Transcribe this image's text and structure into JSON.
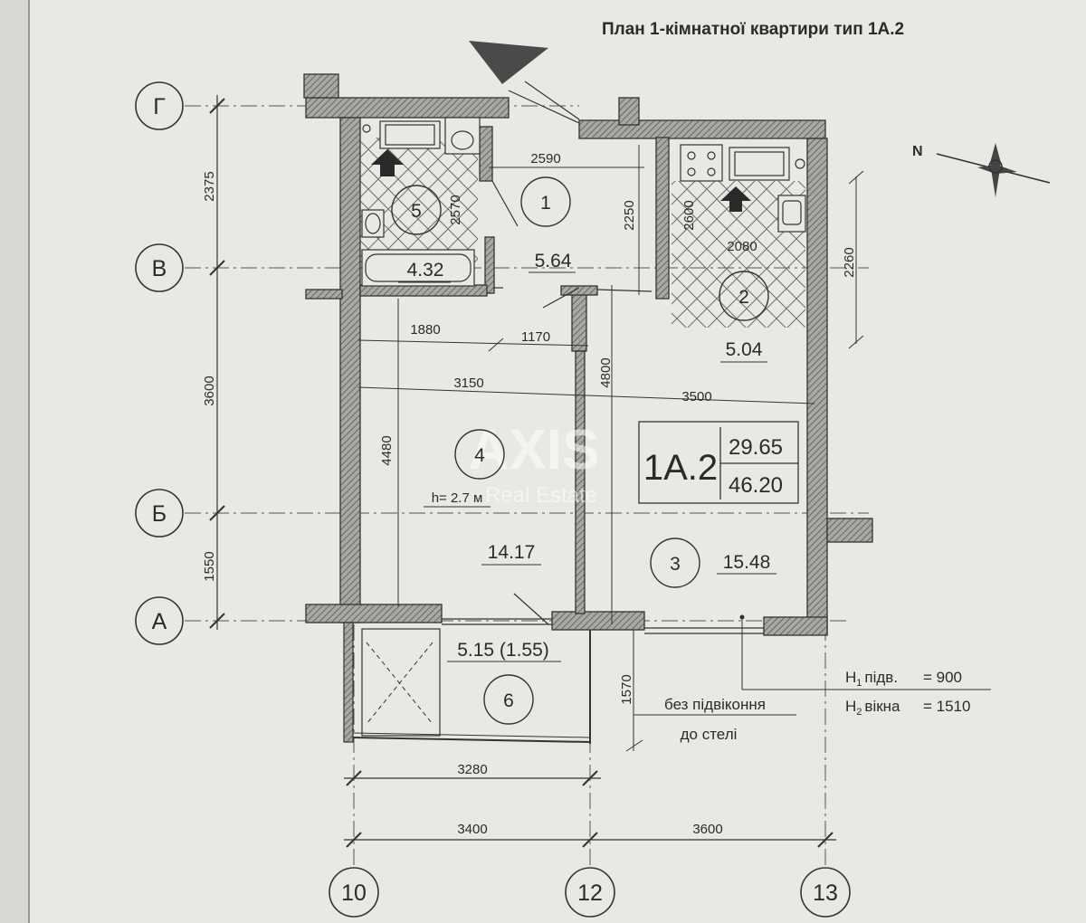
{
  "title": "План 1-кімнатної квартири тип 1А.2",
  "compass": {
    "north_label": "N"
  },
  "grid_axes": {
    "rows": [
      "Г",
      "В",
      "Б",
      "А"
    ],
    "cols": [
      "10",
      "12",
      "13"
    ]
  },
  "dimensions": {
    "row_gaps": [
      "2375",
      "3600",
      "1550"
    ],
    "col_gaps": [
      "3400",
      "3600"
    ],
    "balcony_width": "3280",
    "d2590": "2590",
    "d2250": "2250",
    "d2260": "2260",
    "d2570": "2570",
    "d2600": "2600",
    "d2080": "2080",
    "d1880": "1880",
    "d1170": "1170",
    "d3150": "3150",
    "d3500": "3500",
    "d4800": "4800",
    "d4480": "4480",
    "d1570": "1570"
  },
  "rooms": [
    {
      "number": "1",
      "area": "5.64"
    },
    {
      "number": "2",
      "area": "5.04"
    },
    {
      "number": "3",
      "area": "15.48"
    },
    {
      "number": "4",
      "area": "14.17"
    },
    {
      "number": "5",
      "area": "4.32"
    },
    {
      "number": "6",
      "area": "5.15 (1.55)"
    }
  ],
  "ceiling_height": "h= 2.7 м",
  "apartment": {
    "type": "1А.2",
    "living_area": "29.65",
    "total_area": "46.20"
  },
  "watermark": {
    "brand": "AXIS",
    "sub": "Real Estate"
  },
  "window_note": {
    "line1": "без підвіконня",
    "line2": "до стелі"
  },
  "heights": {
    "h1_label": "Н",
    "h1_sub": "1",
    "h1_text": "підв.",
    "h1_value": "=  900",
    "h2_label": "Н",
    "h2_sub": "2",
    "h2_text": "вікна",
    "h2_value": "= 1510"
  },
  "colors": {
    "paper": "#e9e8e2",
    "ink": "#2b2b2b",
    "wall_fill": "#8f8f8f",
    "hatch": "#777777"
  }
}
